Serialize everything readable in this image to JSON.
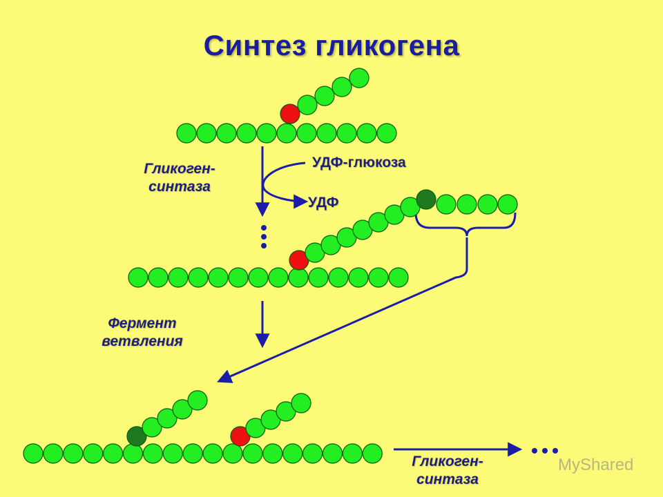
{
  "title": "Синтез гликогена",
  "labels": {
    "synthase_top_1": "Гликоген-",
    "synthase_top_2": "синтаза",
    "udp_glucose": "УДФ-глюкоза",
    "udp": "УДФ",
    "branching_1": "Фермент",
    "branching_2": "ветвления",
    "synthase_bottom_1": "Гликоген-",
    "synthase_bottom_2": "синтаза"
  },
  "watermark": "MyShared",
  "colors": {
    "background": "#fbfb77",
    "glucose": "#22ee22",
    "branch_point": "#ee1111",
    "moved_unit": "#1e7a1e",
    "arrow": "#1c1caa",
    "title": "#1c1c9e"
  }
}
